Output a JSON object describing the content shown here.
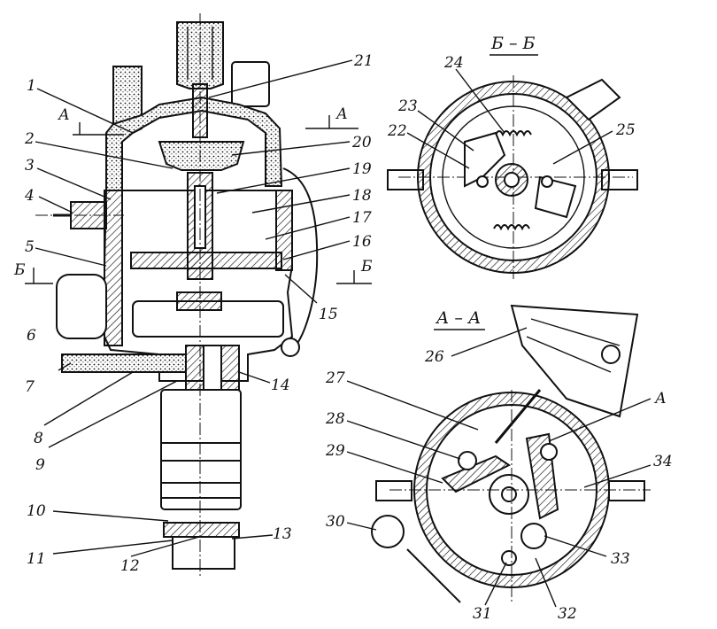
{
  "section_titles": {
    "bb": "Б – Б",
    "aa": "А – А"
  },
  "cut_marks": {
    "a_left": "А",
    "a_right": "А",
    "b_left": "Б",
    "b_right": "Б",
    "detail": "А"
  },
  "callouts": [
    "1",
    "2",
    "3",
    "4",
    "5",
    "6",
    "7",
    "8",
    "9",
    "10",
    "11",
    "12",
    "13",
    "14",
    "15",
    "16",
    "17",
    "18",
    "19",
    "20",
    "21",
    "22",
    "23",
    "24",
    "25",
    "26",
    "27",
    "28",
    "29",
    "30",
    "31",
    "32",
    "33",
    "34"
  ]
}
